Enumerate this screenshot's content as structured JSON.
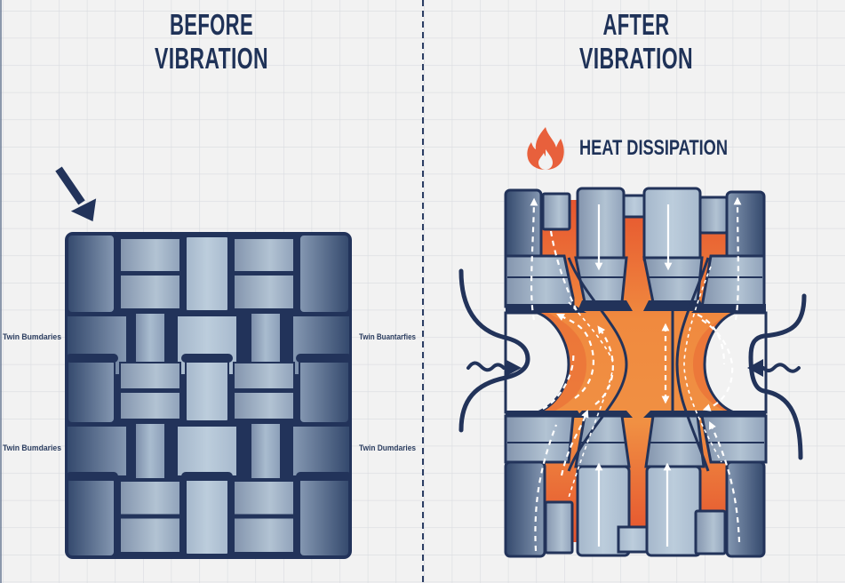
{
  "diagram": {
    "left_panel": {
      "title_line1": "BEFORE",
      "title_line2": "VIBRATION",
      "labels": {
        "left_upper": "Twin Bumdaries",
        "left_lower": "Twin Bumdaries",
        "right_upper": "Twin Buantarfies",
        "right_lower": "Twin Dumdaries"
      },
      "indicator_arrow_icon": "arrow-down-right-icon"
    },
    "right_panel": {
      "title_line1": "AFTER",
      "title_line2": "VIBRATION",
      "heat_label": "HEAT DISSIPATION",
      "heat_icon": "flame-icon",
      "force_icons": [
        "wavy-arrow-right-icon",
        "wavy-arrow-left-icon"
      ]
    },
    "colors": {
      "background": "#f2f2f2",
      "grid": "#d9dbe0",
      "ink": "#1f3258",
      "block_outline": "#22335a",
      "block_dark": "#3e5478",
      "block_light": "#b4c6d6",
      "heat_orange": "#ef8a3e",
      "heat_red": "#e5532e",
      "flame": "#e8603c",
      "flow_arrow": "#ffffff"
    }
  }
}
